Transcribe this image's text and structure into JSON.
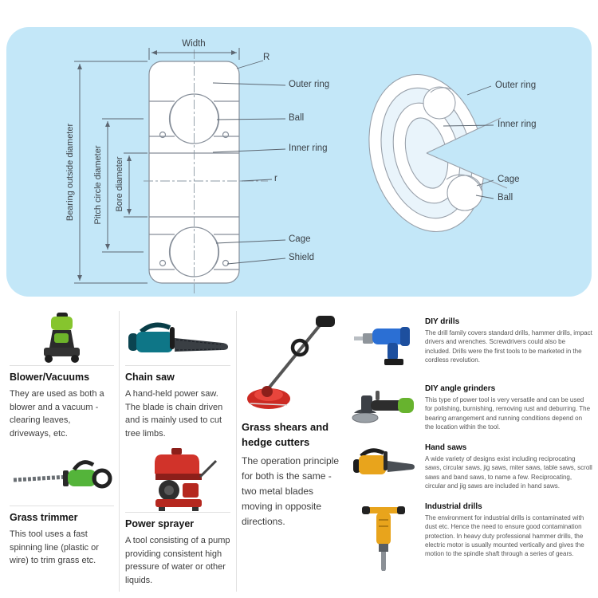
{
  "panel": {
    "bg_color": "#c3e7f8"
  },
  "bearing_diagram": {
    "cross_section": {
      "width_label": "Width",
      "r_upper_label": "R",
      "outer_ring_label": "Outer ring",
      "ball_label": "Ball",
      "inner_ring_label": "Inner ring",
      "r_lower_label": "r",
      "cage_label": "Cage",
      "shield_label": "Shield",
      "bearing_outside_diameter_label": "Bearing outside diameter",
      "pitch_circle_diameter_label": "Pitch circle diameter",
      "bore_diameter_label": "Bore diameter"
    },
    "cutaway_view": {
      "outer_ring_label": "Outer ring",
      "inner_ring_label": "Inner ring",
      "cage_label": "Cage",
      "ball_label": "Ball"
    }
  },
  "tools": {
    "blower": {
      "title": "Blower/Vacuums",
      "description": "They are used as both a blower and a vacuum -clearing leaves, driveways, etc."
    },
    "chain_saw": {
      "title": "Chain saw",
      "description": "A hand-held power saw. The blade is chain driven and is mainly used to cut tree limbs."
    },
    "grass_shears": {
      "title": "Grass shears and hedge cutters",
      "description": "The operation principle for both is the same - two metal blades moving in opposite directions."
    },
    "grass_trimmer": {
      "title": "Grass trimmer",
      "description": "This tool uses a fast spinning line (plastic or wire) to trim grass etc."
    },
    "power_sprayer": {
      "title": "Power sprayer",
      "description": "A tool consisting of a pump providing consistent high pressure of water or other liquids."
    },
    "diy_drills": {
      "title": "DIY drills",
      "description": "The drill family covers standard drills, hammer drills, impact drivers and wrenches. Screwdrivers could also be included. Drills were the first tools to be marketed in the cordless revolution."
    },
    "diy_angle_grinders": {
      "title": "DIY angle grinders",
      "description": "This type of power tool is very versatile and can be used for polishing, burnishing, removing rust and deburring. The bearing arrangement and running conditions depend on the location within the tool."
    },
    "hand_saws": {
      "title": "Hand saws",
      "description": "A wide variety of designs exist including reciprocating saws, circular saws, jig saws, miter saws, table saws, scroll saws and band saws, to name a few. Reciprocating, circular and jig saws are included in hand saws."
    },
    "industrial_drills": {
      "title": "Industrial drills",
      "description": "The environment for industrial drills is contaminated with dust etc. Hence the need to ensure good contamination protection. In heavy duty professional hammer drills, the electric motor is usually mounted vertically and gives the motion to the spindle shaft through a series of gears."
    }
  }
}
